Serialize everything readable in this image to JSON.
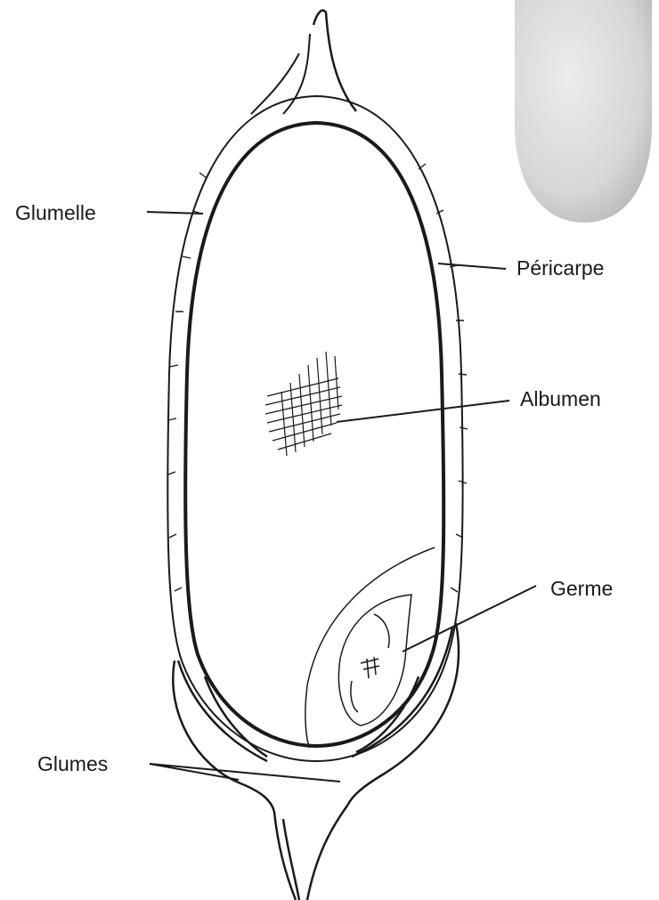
{
  "labels": {
    "glumelle": "Glumelle",
    "pericarpe": "Péricarpe",
    "albumen": "Albumen",
    "germe": "Germe",
    "glumes": "Glumes"
  },
  "colors": {
    "ink": "#1a1a1a",
    "background": "#ffffff",
    "grain_light": "#e6e6e6",
    "grain_shadow": "#b5b5b5"
  }
}
